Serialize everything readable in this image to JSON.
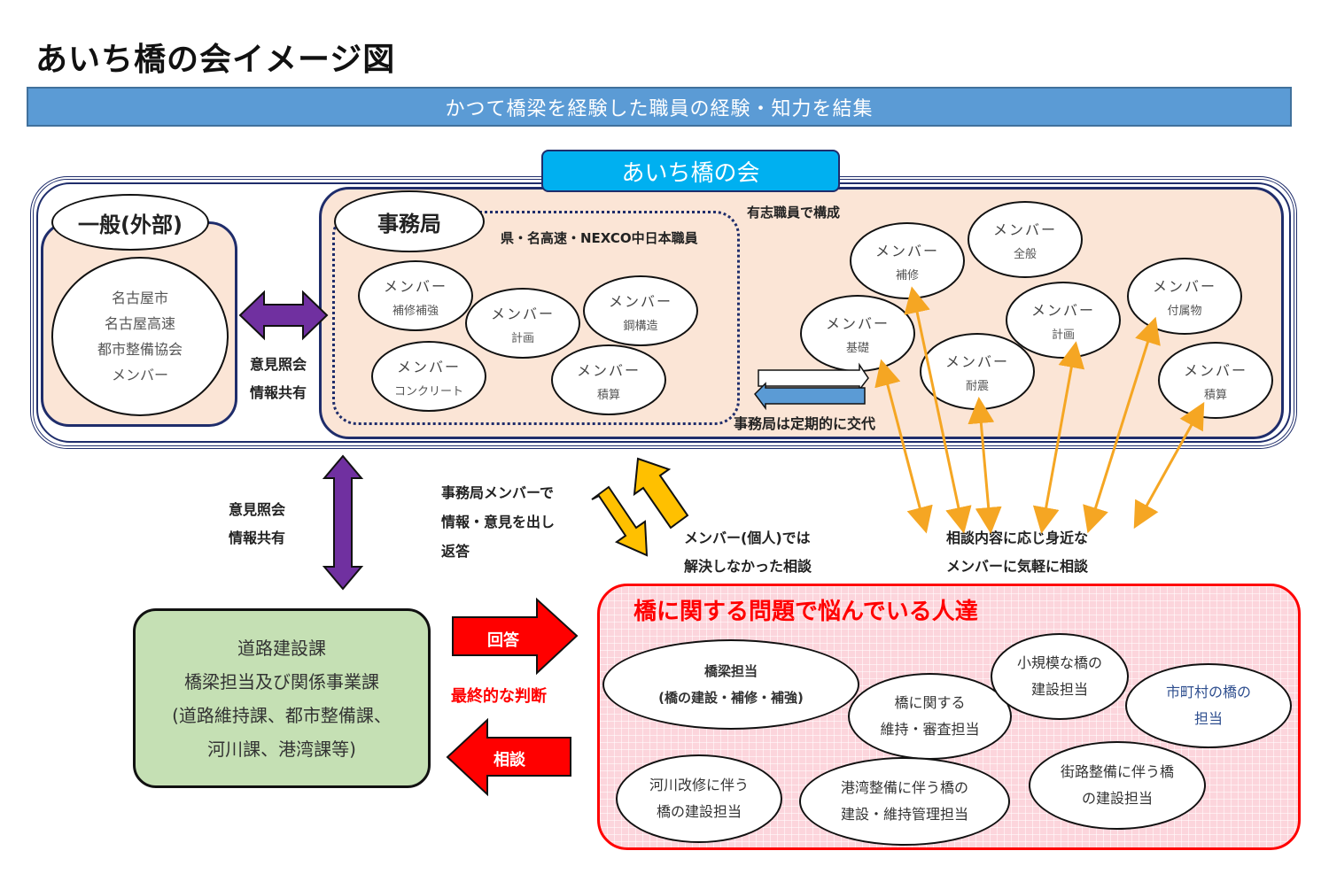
{
  "title": "あいち橋の会イメージ図",
  "banner": "かつて橋梁を経験した職員の経験・知力を結集",
  "association_title": "あいち橋の会",
  "general": {
    "label": "一般(外部)",
    "lines": [
      "名古屋市",
      "名古屋高速",
      "都市整備協会",
      "メンバー"
    ]
  },
  "link_general_secretariat": [
    "意見照会",
    "情報共有"
  ],
  "secretariat": {
    "label": "事務局",
    "subtitle": "県・名高速・NEXCO中日本職員",
    "members": [
      {
        "title": "メンバー",
        "field": "補修補強"
      },
      {
        "title": "メンバー",
        "field": "計画"
      },
      {
        "title": "メンバー",
        "field": "鋼構造"
      },
      {
        "title": "メンバー",
        "field": "コンクリート"
      },
      {
        "title": "メンバー",
        "field": "積算"
      }
    ],
    "rotation_note": "事務局は定期的に交代"
  },
  "volunteers": {
    "label": "有志職員で構成",
    "members": [
      {
        "title": "メンバー",
        "field": "補修"
      },
      {
        "title": "メンバー",
        "field": "全般"
      },
      {
        "title": "メンバー",
        "field": "付属物"
      },
      {
        "title": "メンバー",
        "field": "基礎"
      },
      {
        "title": "メンバー",
        "field": "計画"
      },
      {
        "title": "メンバー",
        "field": "耐震"
      },
      {
        "title": "メンバー",
        "field": "積算"
      }
    ]
  },
  "link_vertical": [
    "意見照会",
    "情報共有"
  ],
  "secretariat_reply": [
    "事務局メンバーで",
    "情報・意見を出し",
    "返答"
  ],
  "unresolved": [
    "メンバー(個人)では",
    "解決しなかった相談"
  ],
  "consult_members": [
    "相談内容に応じ身近な",
    "メンバーに気軽に相談"
  ],
  "road_dept": {
    "lines": [
      "道路建設課",
      "橋梁担当及び関係事業課",
      "(道路維持課、都市整備課、",
      "河川課、港湾課等)"
    ]
  },
  "answer_label": "回答",
  "final_judgment": "最終的な判断",
  "consult_label": "相談",
  "troubled": {
    "title": "橋に関する問題で悩んでいる人達",
    "groups": [
      [
        "橋梁担当",
        "(橋の建設・補修・補強)"
      ],
      [
        "橋に関する",
        "維持・審査担当"
      ],
      [
        "小規模な橋の",
        "建設担当"
      ],
      [
        "市町村の橋の",
        "担当"
      ],
      [
        "河川改修に伴う",
        "橋の建設担当"
      ],
      [
        "港湾整備に伴う橋の",
        "建設・維持管理担当"
      ],
      [
        "街路整備に伴う橋",
        "の建設担当"
      ]
    ]
  },
  "colors": {
    "banner": "#5b9bd5",
    "association": "#00b0f0",
    "navy": "#1f2d6b",
    "peach": "#fbe5d6",
    "purple": "#7030a0",
    "gold": "#ffc000",
    "orange": "#f5a623",
    "red": "#ff0000",
    "green": "#c5e0b4",
    "blue_arrow": "#5b9bd5"
  }
}
